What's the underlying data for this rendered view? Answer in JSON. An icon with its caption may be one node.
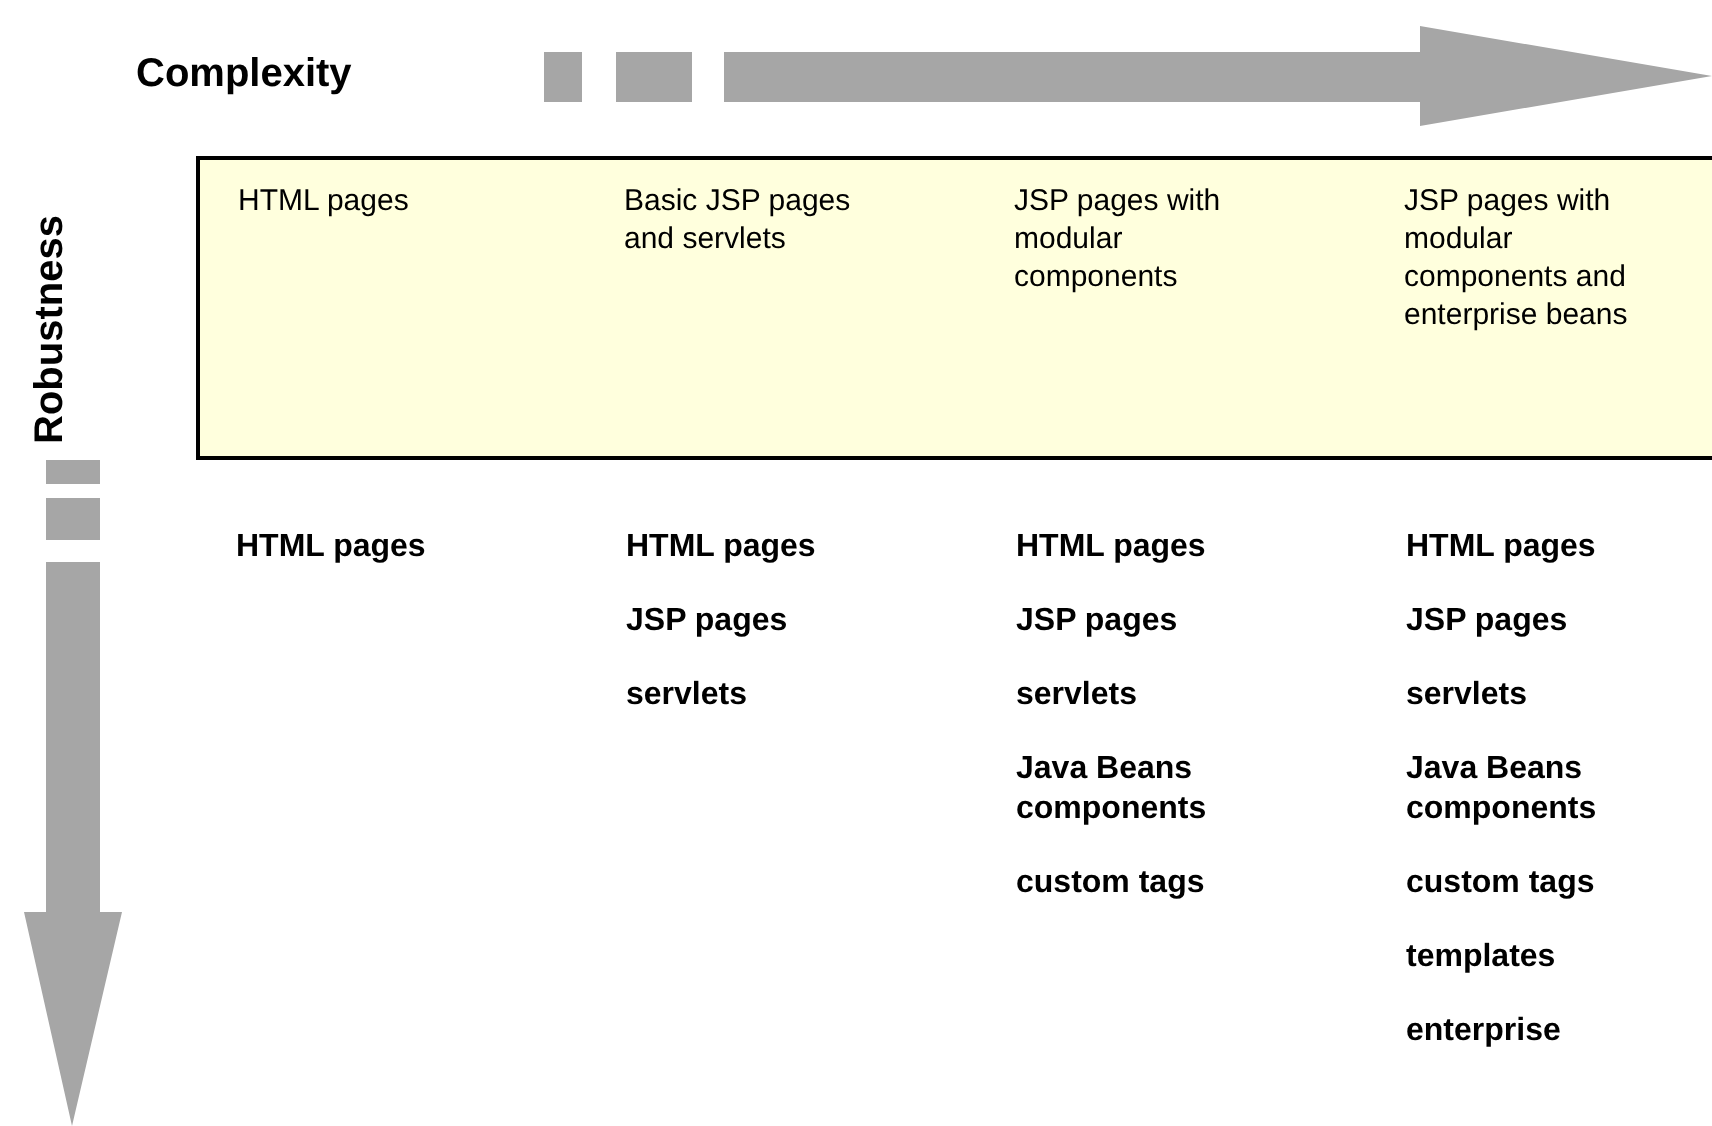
{
  "diagram": {
    "nodes": [
      {
        "text": [
          "HTML pages"
        ],
        "beside": [
          "HTML pages"
        ]
      },
      {
        "text": [
          "Basic JSP pages and servlets"
        ],
        "beside": [
          "HTML pages",
          "JSP pages",
          "servlets"
        ]
      },
      {
        "text": [
          "JSP pages with modular components"
        ],
        "beside": [
          "HTML pages",
          "JSP pages",
          "servlets",
          "Java Beans components",
          "custom tags"
        ]
      },
      {
        "text": [
          "JSP pages with modular components and enterprise beans"
        ],
        "beside": [
          "HTML pages",
          "JSP pages",
          "servlets",
          "Java Beans components",
          "custom tags",
          "templates",
          "enterprise"
        ]
      }
    ],
    "edges": [],
    "labels": [
      "Complexity",
      "Robustness"
    ]
  }
}
